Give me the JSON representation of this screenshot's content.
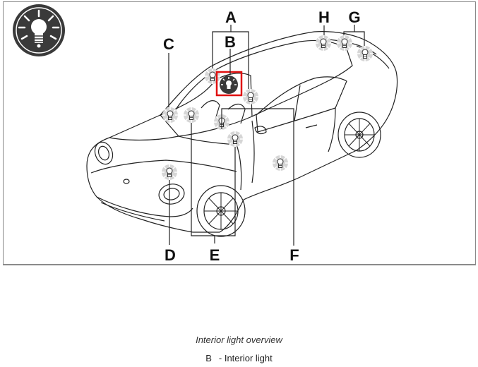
{
  "figure": {
    "labels": {
      "A": "A",
      "B": "B",
      "C": "C",
      "D": "D",
      "E": "E",
      "F": "F",
      "G": "G",
      "H": "H"
    },
    "icon": "light-bulb-icon",
    "highlight_color": "#e01010",
    "bulb_color": "#d8d8d8"
  },
  "caption": "Interior light overview",
  "legend": [
    {
      "key": "B",
      "text": "- Interior light"
    }
  ]
}
